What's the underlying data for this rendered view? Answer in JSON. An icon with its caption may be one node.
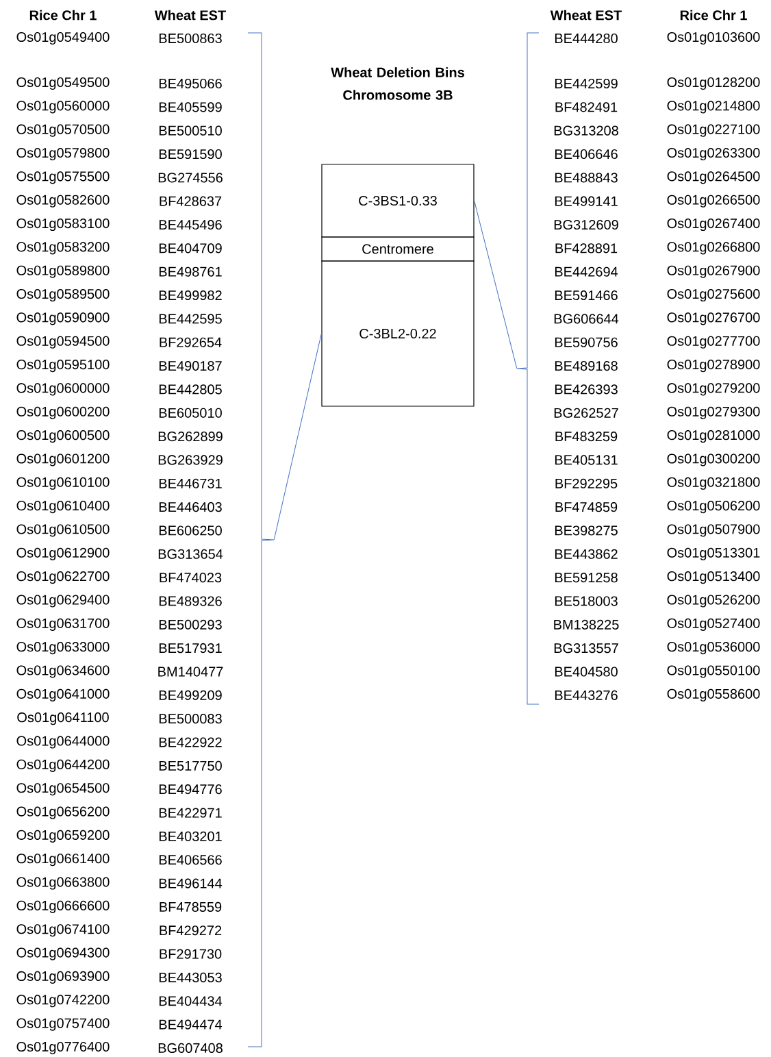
{
  "diagram": {
    "title": "Wheat Deletion Bins Chromosome 3B",
    "nodes": [
      {
        "text": [
          "C-3BS1-0.33"
        ]
      },
      {
        "text": [
          "Centromere"
        ]
      },
      {
        "text": [
          "C-3BL2-0.22"
        ]
      },
      {
        "text": [],
        "shape": "bracket"
      },
      {
        "text": [],
        "shape": "bracket"
      }
    ],
    "edges": [
      {
        "from": 3,
        "to": 2,
        "arrow": "none"
      },
      {
        "from": 4,
        "to": 0,
        "arrow": "none"
      }
    ],
    "labels": [
      "Rice Chr 1",
      "Wheat EST",
      "Os01g0549400",
      "BE500863",
      "Os01g0549500",
      "BE495066",
      "Os01g0560000",
      "BE405599",
      "Os01g0570500",
      "BE500510",
      "Os01g0579800",
      "BE591590",
      "Os01g0575500",
      "BG274556",
      "Os01g0582600",
      "BF428637",
      "Os01g0583100",
      "BE445496",
      "Os01g0583200",
      "BE404709",
      "Os01g0589800",
      "BE498761",
      "Os01g0589500",
      "BE499982",
      "Os01g0590900",
      "BE442595",
      "Os01g0594500",
      "BF292654",
      "Os01g0595100",
      "BE490187",
      "Os01g0600000",
      "BE442805",
      "Os01g0600200",
      "BE605010",
      "Os01g0600500",
      "BG262899",
      "Os01g0601200",
      "BG263929",
      "Os01g0610100",
      "BE446731",
      "Os01g0610400",
      "BE446403",
      "Os01g0610500",
      "BE606250",
      "Os01g0612900",
      "BG313654",
      "Os01g0622700",
      "BF474023",
      "Os01g0629400",
      "BE489326",
      "Os01g0631700",
      "BE500293",
      "Os01g0633000",
      "BE517931",
      "Os01g0634600",
      "BM140477",
      "Os01g0641000",
      "BE499209",
      "Os01g0641100",
      "BE500083",
      "Os01g0644000",
      "BE422922",
      "Os01g0644200",
      "BE517750",
      "Os01g0654500",
      "BE494776",
      "Os01g0656200",
      "BE422971",
      "Os01g0659200",
      "BE403201",
      "Os01g0661400",
      "BE406566",
      "Os01g0663800",
      "BE496144",
      "Os01g0666600",
      "BF478559",
      "Os01g0674100",
      "BF429272",
      "Os01g0694300",
      "BF291730",
      "Os01g0693900",
      "BE443053",
      "Os01g0742200",
      "BE404434",
      "Os01g0757400",
      "BE494474",
      "Os01g0776400",
      "BG607408",
      "Wheat EST",
      "Rice Chr 1",
      "BE444280",
      "Os01g0103600",
      "BE442599",
      "Os01g0128200",
      "BF482491",
      "Os01g0214800",
      "BG313208",
      "Os01g0227100",
      "BE406646",
      "Os01g0263300",
      "BE488843",
      "Os01g0264500",
      "BE499141",
      "Os01g0266500",
      "BG312609",
      "Os01g0267400",
      "BF428891",
      "Os01g0266800",
      "BE442694",
      "Os01g0267900",
      "BE591466",
      "Os01g0275600",
      "BG606644",
      "Os01g0276700",
      "BE590756",
      "Os01g0277700",
      "BE489168",
      "Os01g0278900",
      "BE426393",
      "Os01g0279200",
      "BG262527",
      "Os01g0279300",
      "BF483259",
      "Os01g0281000",
      "BE405131",
      "Os01g0300200",
      "BF292295",
      "Os01g0321800",
      "BF474859",
      "Os01g0506200",
      "BE398275",
      "Os01g0507900",
      "BE443862",
      "Os01g0513301",
      "BE591258",
      "Os01g0513400",
      "BE518003",
      "Os01g0526200",
      "BM138225",
      "Os01g0527400",
      "BG313557",
      "Os01g0536000",
      "BE404580",
      "Os01g0550100",
      "BE443276",
      "Os01g0558600"
    ]
  }
}
